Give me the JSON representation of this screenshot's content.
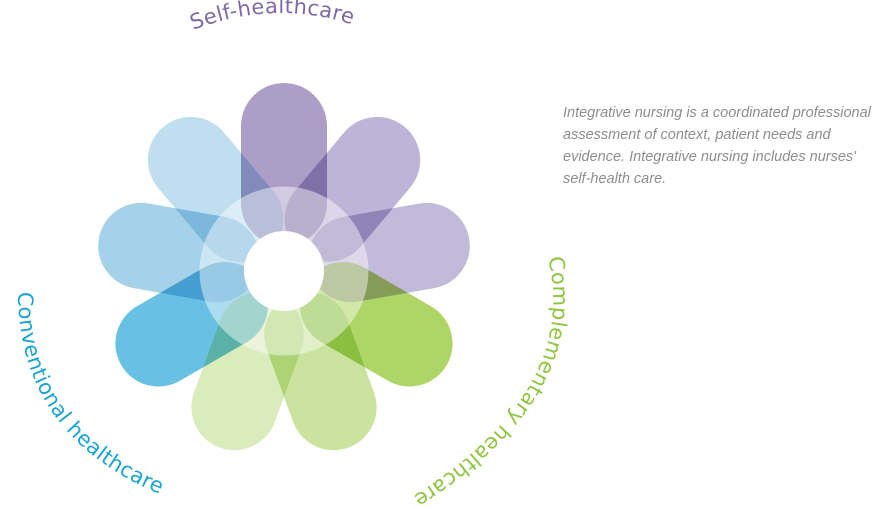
{
  "labels": {
    "self": "Self-healthcare",
    "complementary": "Complementary healthcare",
    "conventional": "Conventional healthcare"
  },
  "description": "Integrative nursing is a coordinated professional assessment of context, patient needs and evidence. Integrative nursing includes nurses' self-health care.",
  "colors": {
    "self": "#7e69a7",
    "complementary": "#8dc63f",
    "conventional": "#1aa3d4",
    "ring": "#ffffff",
    "text": "#8d8d8d"
  },
  "petals": [
    {
      "group": "self",
      "color": "#7f6aa8",
      "opacity": 0.65
    },
    {
      "group": "self",
      "color": "#a597c8",
      "opacity": 0.72
    },
    {
      "group": "self",
      "color": "#b3a9d0",
      "opacity": 0.8
    },
    {
      "group": "complementary",
      "color": "#9ccd45",
      "opacity": 0.82
    },
    {
      "group": "complementary",
      "color": "#b6d97a",
      "opacity": 0.72
    },
    {
      "group": "complementary",
      "color": "#cfe6a6",
      "opacity": 0.75
    },
    {
      "group": "conventional",
      "color": "#2ea8d8",
      "opacity": 0.72
    },
    {
      "group": "conventional",
      "color": "#7fbfe0",
      "opacity": 0.7
    },
    {
      "group": "conventional",
      "color": "#a6d3ec",
      "opacity": 0.72
    }
  ]
}
